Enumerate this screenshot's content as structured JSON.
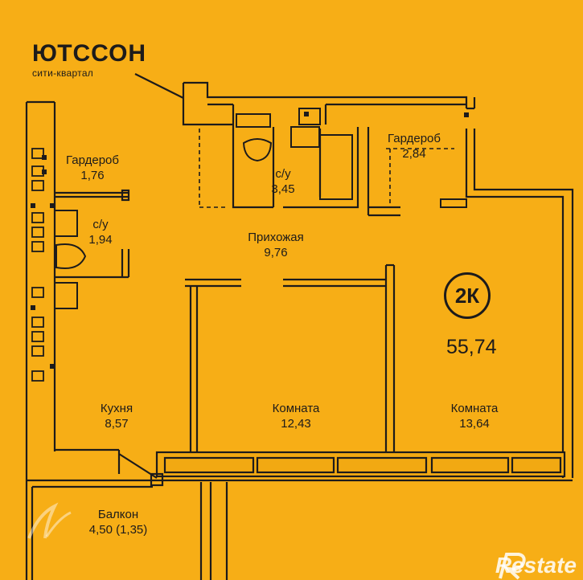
{
  "brand": {
    "name": "ЮТССОН",
    "subtitle": "сити-квартал"
  },
  "badge": {
    "type": "2К",
    "total_area": "55,74"
  },
  "rooms": {
    "wardrobe_left": {
      "name": "Гардероб",
      "area": "1,76"
    },
    "bath_left": {
      "name": "с/у",
      "area": "1,94"
    },
    "bath_top": {
      "name": "с/у",
      "area": "3,45"
    },
    "wardrobe_right": {
      "name": "Гардероб",
      "area": "2,84"
    },
    "hallway": {
      "name": "Прихожая",
      "area": "9,76"
    },
    "kitchen": {
      "name": "Кухня",
      "area": "8,57"
    },
    "room_middle": {
      "name": "Комната",
      "area": "12,43"
    },
    "room_right": {
      "name": "Комната",
      "area": "13,64"
    },
    "balcony": {
      "name": "Балкон",
      "area": "4,50 (1,35)"
    }
  },
  "watermark": {
    "text": "Restate",
    "icon": "restate-r-logo-icon"
  },
  "colors": {
    "background": "#F7AE16",
    "lines": "#1d1b1b",
    "window_fill": "#F2A912"
  }
}
